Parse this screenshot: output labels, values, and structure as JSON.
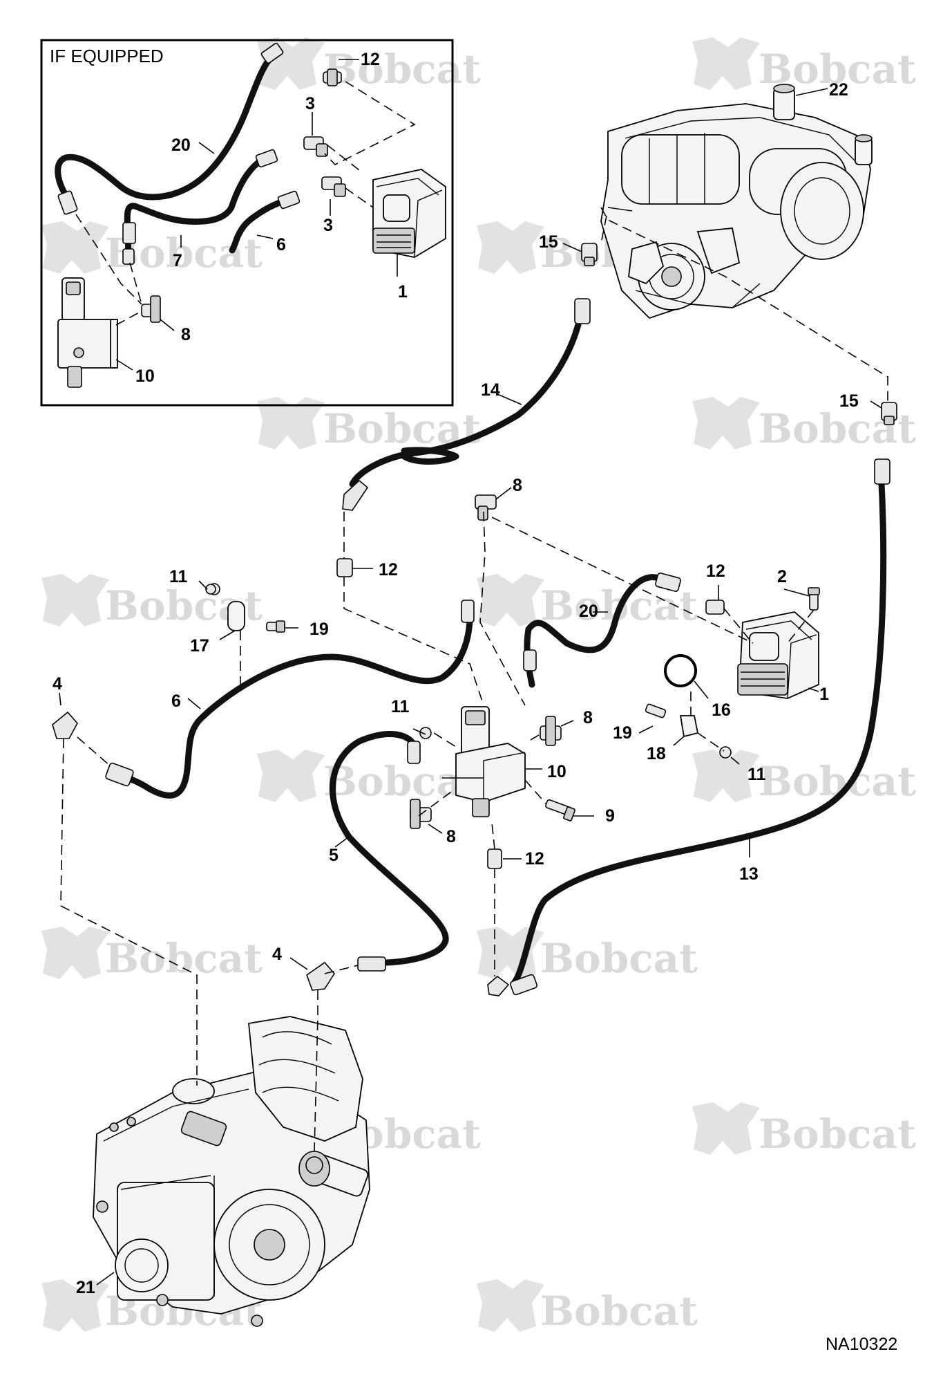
{
  "inset_title": "IF EQUIPPED",
  "drawing_number": "NA10322",
  "watermark": "Bobcat",
  "callouts": {
    "c1a": "1",
    "c1b": "1",
    "c2": "2",
    "c3a": "3",
    "c3b": "3",
    "c4a": "4",
    "c4b": "4",
    "c5": "5",
    "c6a": "6",
    "c6b": "6",
    "c7": "7",
    "c8a": "8",
    "c8b": "8",
    "c8c": "8",
    "c8d": "8",
    "c9": "9",
    "c10a": "10",
    "c10b": "10",
    "c11a": "11",
    "c11b": "11",
    "c11c": "11",
    "c12a": "12",
    "c12b": "12",
    "c12c": "12",
    "c12d": "12",
    "c13": "13",
    "c14": "14",
    "c15a": "15",
    "c15b": "15",
    "c16": "16",
    "c17": "17",
    "c18": "18",
    "c19a": "19",
    "c19b": "19",
    "c20a": "20",
    "c20b": "20",
    "c21": "21",
    "c22": "22"
  }
}
